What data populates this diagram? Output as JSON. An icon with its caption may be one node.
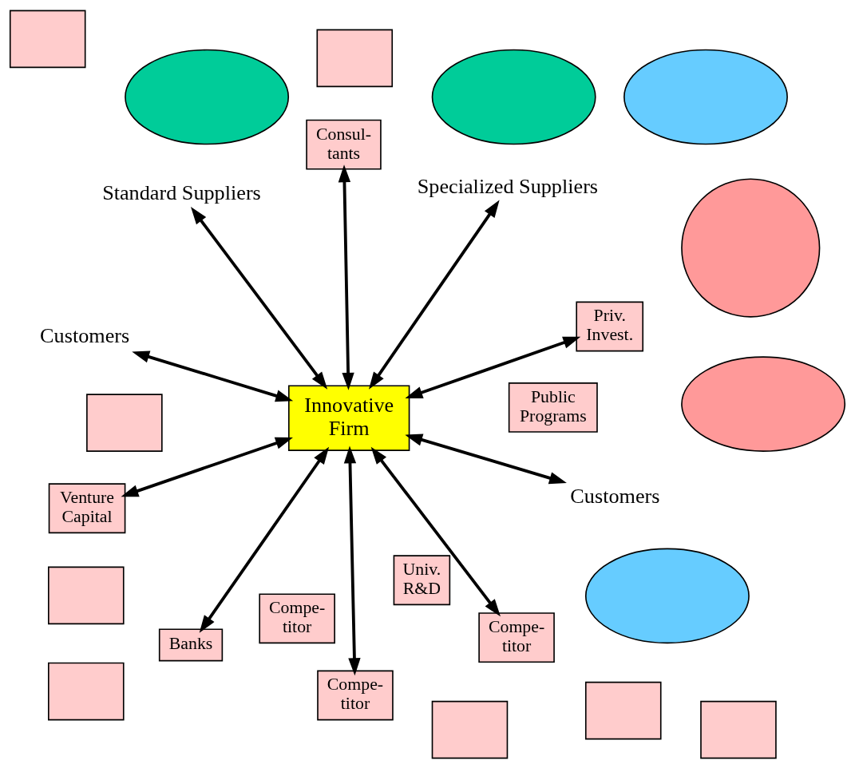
{
  "diagram": {
    "nodes": [
      {
        "text": [],
        "shape": "ellipse"
      },
      {
        "text": [],
        "shape": "ellipse"
      },
      {
        "text": [],
        "shape": "ellipse"
      },
      {
        "text": [],
        "shape": "ellipse"
      },
      {
        "text": [],
        "shape": "ellipse"
      },
      {
        "text": [],
        "shape": "circle"
      },
      {
        "text": [
          "Univ. R&D"
        ]
      },
      {
        "text": [
          "Venture Capital"
        ]
      },
      {
        "text": [
          "Priv. Invest."
        ]
      },
      {
        "text": [
          "Banks"
        ]
      },
      {
        "text": [
          "Public Programs"
        ]
      },
      {
        "text": [],
        "shape": "box"
      },
      {
        "text": [
          "Standard Suppliers"
        ]
      },
      {
        "text": [],
        "shape": "box"
      },
      {
        "text": [],
        "shape": "box"
      },
      {
        "text": [
          "Specialized Suppliers"
        ]
      },
      {
        "text": [],
        "shape": "box"
      },
      {
        "text": [],
        "shape": "box"
      },
      {
        "text": [
          "Customers"
        ]
      },
      {
        "text": [
          "Innovative Firm"
        ]
      },
      {
        "text": [],
        "shape": "box"
      },
      {
        "text": [],
        "shape": "box"
      },
      {
        "text": [
          "Customers"
        ]
      },
      {
        "text": [],
        "shape": "box"
      },
      {
        "text": [
          "Consul- tants"
        ]
      },
      {
        "text": [
          "Compe- titor"
        ]
      },
      {
        "text": [
          "Compe- titor"
        ]
      },
      {
        "text": [
          "Compe- titor"
        ]
      }
    ],
    "edges": [
      {
        "from": 19,
        "to": 7,
        "arrow": "both"
      },
      {
        "from": 19,
        "to": 8,
        "arrow": "both"
      },
      {
        "from": 19,
        "to": 9,
        "arrow": "both"
      },
      {
        "from": 19,
        "to": 12,
        "arrow": "both"
      },
      {
        "from": 19,
        "to": 18,
        "arrow": "both"
      },
      {
        "from": 19,
        "to": 15,
        "arrow": "both"
      },
      {
        "from": 19,
        "to": 22,
        "arrow": "both"
      },
      {
        "from": 19,
        "to": 24,
        "arrow": "both"
      },
      {
        "from": 19,
        "to": 26,
        "arrow": "both"
      },
      {
        "from": 19,
        "to": 27,
        "arrow": "both"
      }
    ]
  }
}
